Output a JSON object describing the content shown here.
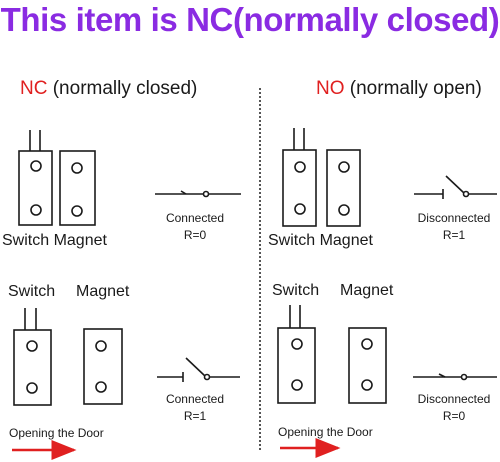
{
  "title": "This item is NC(normally closed)",
  "nc": {
    "code": "NC",
    "desc": "(normally closed)",
    "closed_caption": "Switch Magnet",
    "closed_state": "Connected",
    "closed_r": "R=0",
    "open_switch": "Switch",
    "open_magnet": "Magnet",
    "open_state": "Connected",
    "open_r": "R=1",
    "door_label": "Opening the Door"
  },
  "no": {
    "code": "NO",
    "desc": "(normally open)",
    "closed_caption": "Switch Magnet",
    "closed_state": "Disconnected",
    "closed_r": "R=1",
    "open_switch": "Switch",
    "open_magnet": "Magnet",
    "open_state": "Disconnected",
    "open_r": "R=0",
    "door_label": "Opening the Door"
  },
  "colors": {
    "title": "#8a2be2",
    "code": "#e02020",
    "arrow": "#e02020",
    "line": "#1a1a1a"
  }
}
